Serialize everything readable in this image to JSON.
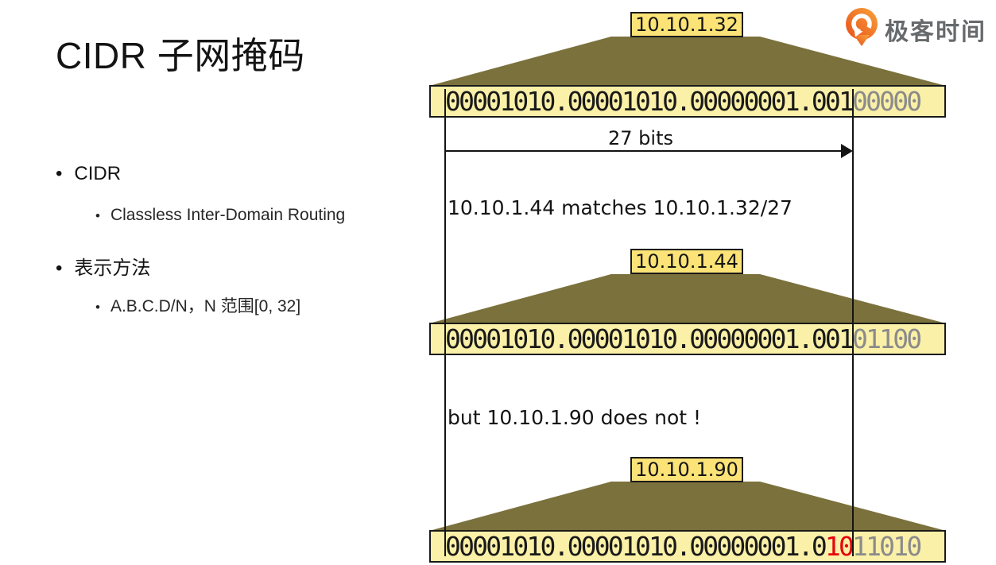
{
  "slide": {
    "title": "CIDR 子网掩码",
    "bullets": [
      {
        "label": "CIDR",
        "sub": "Classless Inter-Domain Routing"
      },
      {
        "label": "表示方法",
        "sub": "A.B.C.D/N，N 范围[0, 32]"
      }
    ]
  },
  "logo": {
    "text": "极客时间",
    "orange": "#F0591F",
    "text_gray": "#666A6D"
  },
  "diagram": {
    "arrow_label": "27 bits",
    "notes": {
      "matches": "10.10.1.44 matches 10.10.1.32/27",
      "not_matches": "but 10.10.1.90 does not !"
    },
    "blocks": [
      {
        "ip": "10.10.1.32",
        "binary_prefix": "00001010.00001010.00000001.001",
        "binary_mismatch": "",
        "binary_suffix": "00000"
      },
      {
        "ip": "10.10.1.44",
        "binary_prefix": "00001010.00001010.00000001.001",
        "binary_mismatch": "",
        "binary_suffix": "01100"
      },
      {
        "ip": "10.10.1.90",
        "binary_prefix": "00001010.00001010.00000001.0",
        "binary_mismatch": "10",
        "binary_suffix": "11010"
      }
    ],
    "colors": {
      "trapezoid": "#7B713C",
      "strip_fill": "#FAF0A7",
      "label_fill": "#FBE377",
      "muted_bits": "#8B8B8B",
      "mismatch_bits": "#E8000D",
      "line": "#141414"
    }
  }
}
